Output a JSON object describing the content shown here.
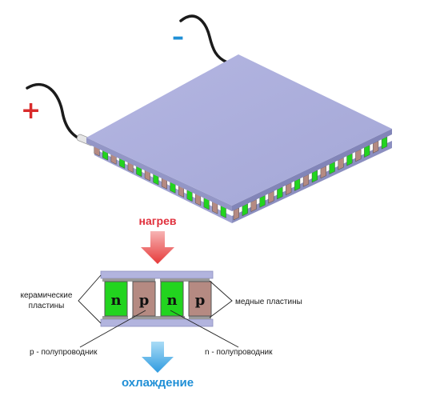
{
  "polarity": {
    "plus": "+",
    "minus": "–"
  },
  "labels": {
    "heating": "нагрев",
    "cooling": "охлаждение",
    "ceramic_line1": "керамические",
    "ceramic_line2": "пластины",
    "copper": "медные пластины",
    "p_type": "p - полупроводник",
    "n_type": "n - полупроводник"
  },
  "legs": [
    "n",
    "p",
    "n",
    "p"
  ],
  "colors": {
    "plate": "#a9acd8",
    "plate_side": "#8f92c2",
    "n_leg": "#22d41f",
    "p_leg": "#b58a82",
    "copper": "#9a9a9a",
    "heat_text": "#e0303c",
    "heat_arrow": "#e84a4a",
    "cool_text": "#1f8fd6",
    "cool_arrow": "#3aa8e6",
    "plus": "#d92b2b",
    "minus": "#1f8fd6"
  }
}
